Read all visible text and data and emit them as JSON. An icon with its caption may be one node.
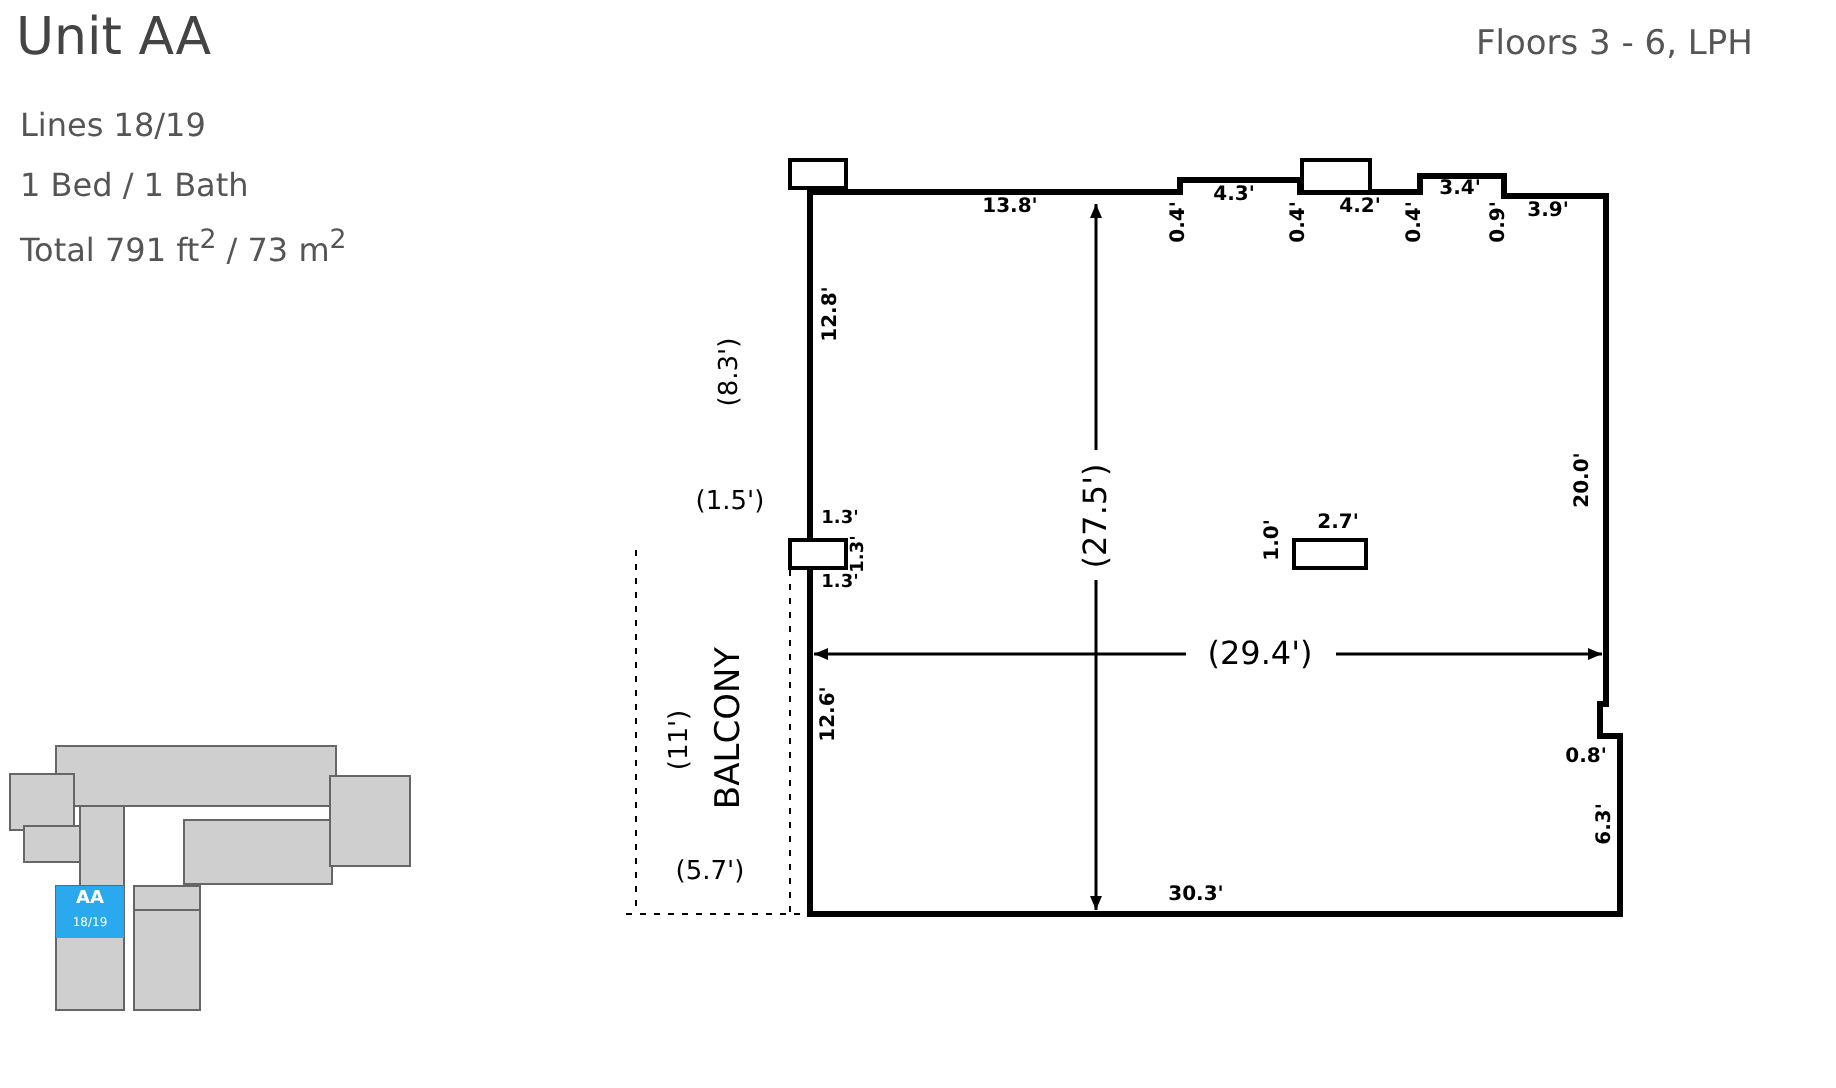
{
  "diagram": {
    "title": "Unit AA",
    "labels": [
      "Lines 18/19",
      "1 Bed / 1 Bath",
      "Total 791 ft$^{2}$ / 73 m$^{2}$",
      "Floors 3 - 6, LPH",
      "13.8'",
      "0.4'",
      "4.3'",
      "0.4'",
      "4.2'",
      "0.4'",
      "3.4'",
      "0.9'",
      "3.9'",
      "12.8'",
      "(8.3')",
      "20.0'",
      "(1.5')",
      "1.3'",
      "1.3'",
      "1.3'",
      "(27.5')",
      "1.0'",
      "2.7'",
      "(29.4')",
      "(11')",
      "BALCONY",
      "12.6'",
      "0.8'",
      "6.3'",
      "(5.7')",
      "30.3'",
      "AA",
      "18/19"
    ]
  }
}
